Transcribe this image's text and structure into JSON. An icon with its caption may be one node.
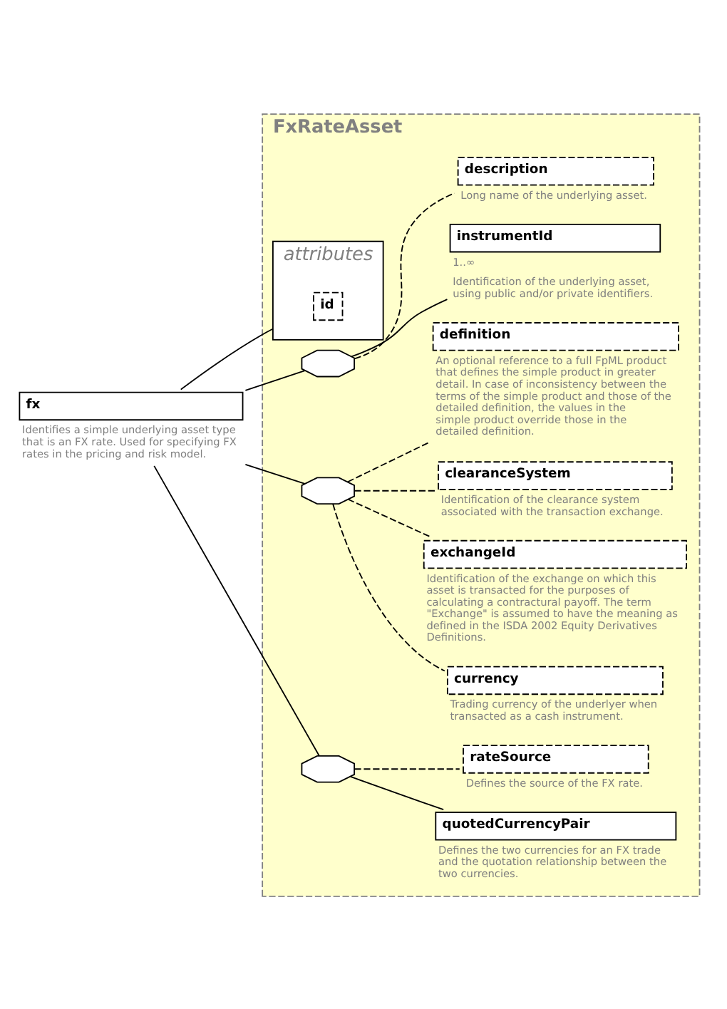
{
  "diagram": {
    "nodes": [
      {
        "text": [
          "fx"
        ],
        "beside": [
          "Identifies a simple underlying asset type that is an FX rate. Used for specifying FX rates in the pricing and risk model."
        ]
      },
      {
        "text": [
          "FxRateAsset"
        ]
      },
      {
        "text": [
          "attributes"
        ],
        "in": 1
      },
      {
        "text": [
          "id"
        ],
        "in": 2
      },
      {
        "text": [],
        "shape": "octagon",
        "in": 1
      },
      {
        "text": [
          "instrumentId"
        ],
        "in": 1,
        "beside": [
          "1..∞",
          "Identification of the underlying asset, using public and/or private identifiers."
        ]
      },
      {
        "text": [
          "description"
        ],
        "in": 1,
        "beside": [
          "Long name of the underlying asset."
        ]
      },
      {
        "text": [],
        "shape": "octagon",
        "in": 1
      },
      {
        "text": [
          "currency"
        ],
        "in": 1,
        "beside": [
          "Trading currency of the underlyer when transacted as a cash instrument."
        ]
      },
      {
        "text": [
          "exchangeId"
        ],
        "in": 1,
        "beside": [
          "Identification of the exchange on which this asset is transacted for the purposes of calculating a contractural payoff. The term \"Exchange\" is assumed to have the meaning as defined in the ISDA 2002 Equity Derivatives Definitions."
        ]
      },
      {
        "text": [
          "clearanceSystem"
        ],
        "in": 1,
        "beside": [
          "Identification of the clearance system associated with the transaction exchange."
        ]
      },
      {
        "text": [
          "definition"
        ],
        "in": 1,
        "beside": [
          "An optional reference to a full FpML product that defines the simple product in greater detail. In case of inconsistency between the terms of the simple product and those of the detailed definition, the values in the simple product override those in the detailed definition."
        ]
      },
      {
        "text": [],
        "shape": "octagon",
        "in": 1
      },
      {
        "text": [
          "quotedCurrencyPair"
        ],
        "in": 1,
        "beside": [
          "Defines the two currencies for an FX trade and the quotation relationship between the two currencies."
        ]
      },
      {
        "text": [
          "rateSource"
        ],
        "in": 1,
        "beside": [
          "Defines the source of the FX rate."
        ]
      }
    ],
    "edges": [
      {
        "from": 0,
        "to": 2,
        "arrow": "none"
      },
      {
        "from": 0,
        "to": 4,
        "arrow": "none"
      },
      {
        "from": 0,
        "to": 7,
        "arrow": "none"
      },
      {
        "from": 0,
        "to": 12,
        "arrow": "none"
      },
      {
        "from": 4,
        "to": 5,
        "arrow": "none"
      },
      {
        "from": 4,
        "to": 6,
        "arrow": "none",
        "style": "dashed"
      },
      {
        "from": 7,
        "to": 8,
        "arrow": "none",
        "style": "dashed"
      },
      {
        "from": 7,
        "to": 9,
        "arrow": "none",
        "style": "dashed"
      },
      {
        "from": 7,
        "to": 10,
        "arrow": "none",
        "style": "dashed"
      },
      {
        "from": 7,
        "to": 11,
        "arrow": "none",
        "style": "dashed"
      },
      {
        "from": 12,
        "to": 13,
        "arrow": "none"
      },
      {
        "from": 12,
        "to": 14,
        "arrow": "none",
        "style": "dashed"
      }
    ]
  }
}
